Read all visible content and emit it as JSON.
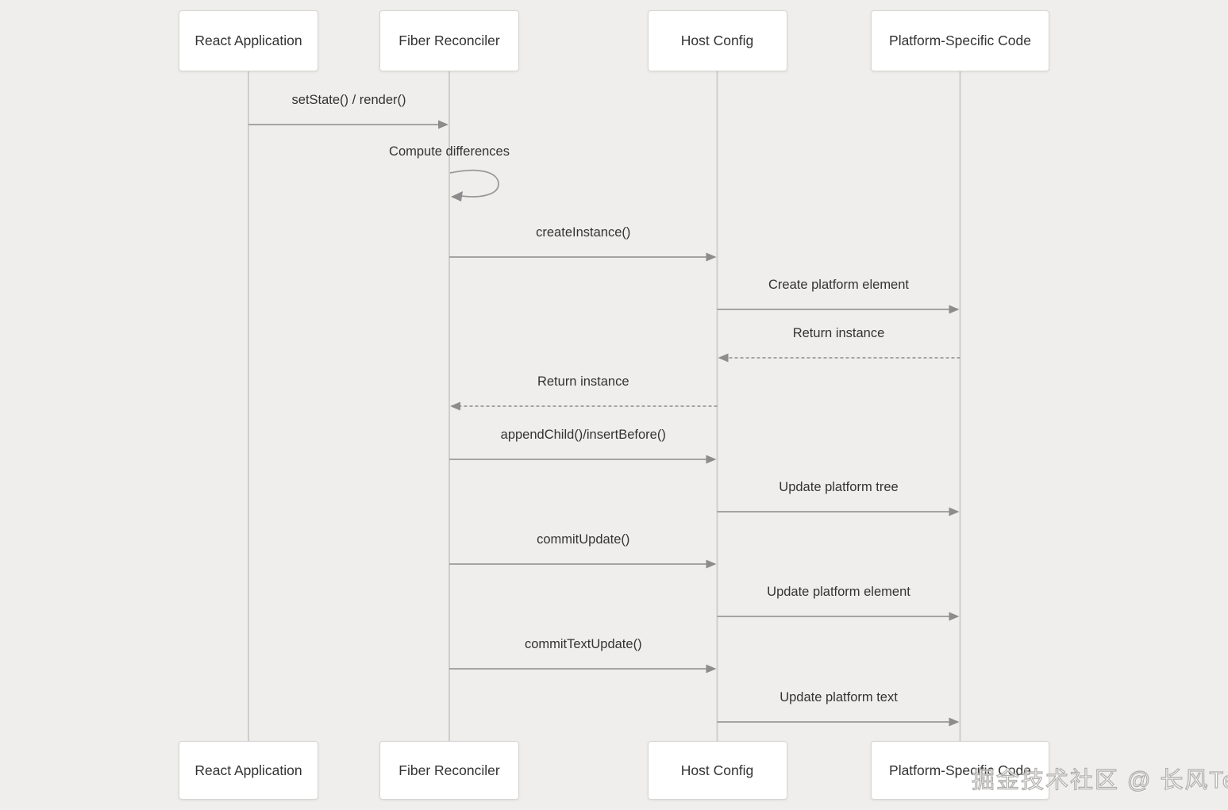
{
  "diagram": {
    "type": "sequence",
    "participants": [
      {
        "id": "react-application",
        "label": "React Application"
      },
      {
        "id": "fiber-reconciler",
        "label": "Fiber Reconciler"
      },
      {
        "id": "host-config",
        "label": "Host Config"
      },
      {
        "id": "platform-specific-code",
        "label": "Platform-Specific Code"
      }
    ],
    "messages": [
      {
        "from": 0,
        "to": 1,
        "label": "setState() / render()",
        "style": "solid"
      },
      {
        "from": 1,
        "to": 1,
        "label": "Compute differences",
        "style": "self"
      },
      {
        "from": 1,
        "to": 2,
        "label": "createInstance()",
        "style": "solid"
      },
      {
        "from": 2,
        "to": 3,
        "label": "Create platform element",
        "style": "solid"
      },
      {
        "from": 3,
        "to": 2,
        "label": "Return instance",
        "style": "dashed"
      },
      {
        "from": 2,
        "to": 1,
        "label": "Return instance",
        "style": "dashed"
      },
      {
        "from": 1,
        "to": 2,
        "label": "appendChild()/insertBefore()",
        "style": "solid"
      },
      {
        "from": 2,
        "to": 3,
        "label": "Update platform tree",
        "style": "solid"
      },
      {
        "from": 1,
        "to": 2,
        "label": "commitUpdate()",
        "style": "solid"
      },
      {
        "from": 2,
        "to": 3,
        "label": "Update platform element",
        "style": "solid"
      },
      {
        "from": 1,
        "to": 2,
        "label": "commitTextUpdate()",
        "style": "solid"
      },
      {
        "from": 2,
        "to": 3,
        "label": "Update platform text",
        "style": "solid"
      }
    ],
    "watermark": "掘金技术社区 @ 长风Tech",
    "colors": {
      "background": "#efeeec",
      "box_fill": "#ffffff",
      "box_border": "#d7d5d2",
      "text": "#333333",
      "line": "#999999",
      "arrowhead": "#8c8c8c",
      "lifeline": "#d0cecb"
    }
  }
}
